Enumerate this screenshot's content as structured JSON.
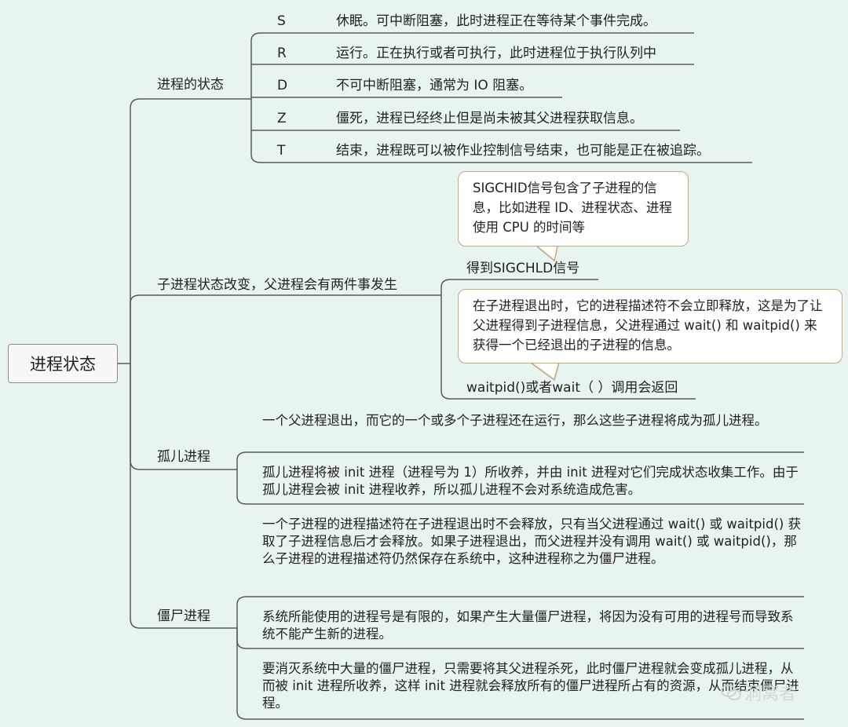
{
  "root": {
    "label": "进程状态"
  },
  "branches": {
    "states": {
      "label": "进程的状态",
      "items": [
        {
          "code": "S",
          "desc": "休眠。可中断阻塞，此时进程正在等待某个事件完成。"
        },
        {
          "code": "R",
          "desc": "运行。正在执行或者可执行，此时进程位于执行队列中"
        },
        {
          "code": "D",
          "desc": "不可中断阻塞，通常为 IO 阻塞。"
        },
        {
          "code": "Z",
          "desc": "僵死，进程已经终止但是尚未被其父进程获取信息。"
        },
        {
          "code": "T",
          "desc": "结束，进程既可以被作业控制信号结束，也可能是正在被追踪。"
        }
      ]
    },
    "child_change": {
      "label": "子进程状态改变，父进程会有两件事发生",
      "callout1": "SIGCHID信号包含了子进程的信息，比如进程 ID、进程状态、进程使用 CPU 的时间等",
      "item1": "得到SIGCHLD信号",
      "callout2": "在子进程退出时，它的进程描述符不会立即释放，这是为了让父进程得到子进程信息，父进程通过 wait() 和 waitpid() 来获得一个已经退出的子进程的信息。",
      "item2": "waitpid()或者wait（ ）调用会返回"
    },
    "orphan": {
      "label": "孤儿进程",
      "items": [
        "一个父进程退出，而它的一个或多个子进程还在运行，那么这些子进程将成为孤儿进程。",
        "孤儿进程将被 init 进程（进程号为 1）所收养，并由 init 进程对它们完成状态收集工作。由于孤儿进程会被 init 进程收养，所以孤儿进程不会对系统造成危害。"
      ]
    },
    "zombie": {
      "label": "僵尸进程",
      "items": [
        "一个子进程的进程描述符在子进程退出时不会释放，只有当父进程通过 wait() 或 waitpid() 获取了子进程信息后才会释放。如果子进程退出，而父进程并没有调用 wait() 或 waitpid()，那么子进程的进程描述符仍然保存在系统中，这种进程称之为僵尸进程。",
        "系统所能使用的进程号是有限的，如果产生大量僵尸进程，将因为没有可用的进程号而导致系统不能产生新的进程。",
        "要消灭系统中大量的僵尸进程，只需要将其父进程杀死，此时僵尸进程就会变成孤儿进程，从而被 init 进程所收养，这样 init 进程就会释放所有的僵尸进程所占有的资源，从而结束僵尸进程。"
      ]
    }
  },
  "watermark": {
    "text": "洞窝者"
  },
  "colors": {
    "background": "#e7f4ef",
    "line": "#555555",
    "callout_border": "#c9a77f"
  }
}
